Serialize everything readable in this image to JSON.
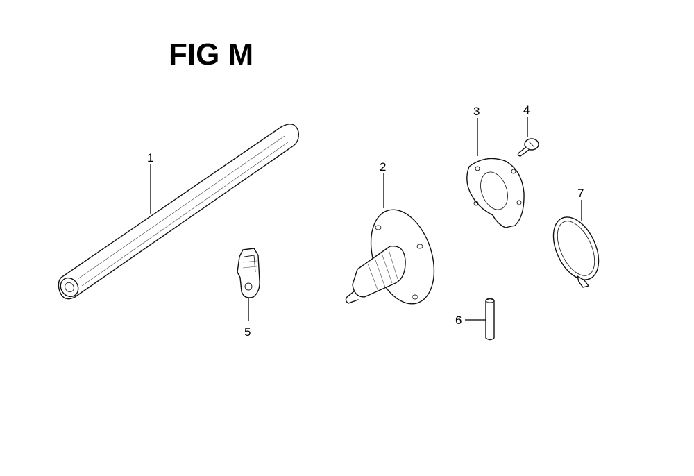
{
  "figure": {
    "title": "FIG M"
  },
  "callouts": [
    {
      "id": "1",
      "label": "1"
    },
    {
      "id": "2",
      "label": "2"
    },
    {
      "id": "3",
      "label": "3"
    },
    {
      "id": "4",
      "label": "4"
    },
    {
      "id": "5",
      "label": "5"
    },
    {
      "id": "6",
      "label": "6"
    },
    {
      "id": "7",
      "label": "7"
    }
  ]
}
